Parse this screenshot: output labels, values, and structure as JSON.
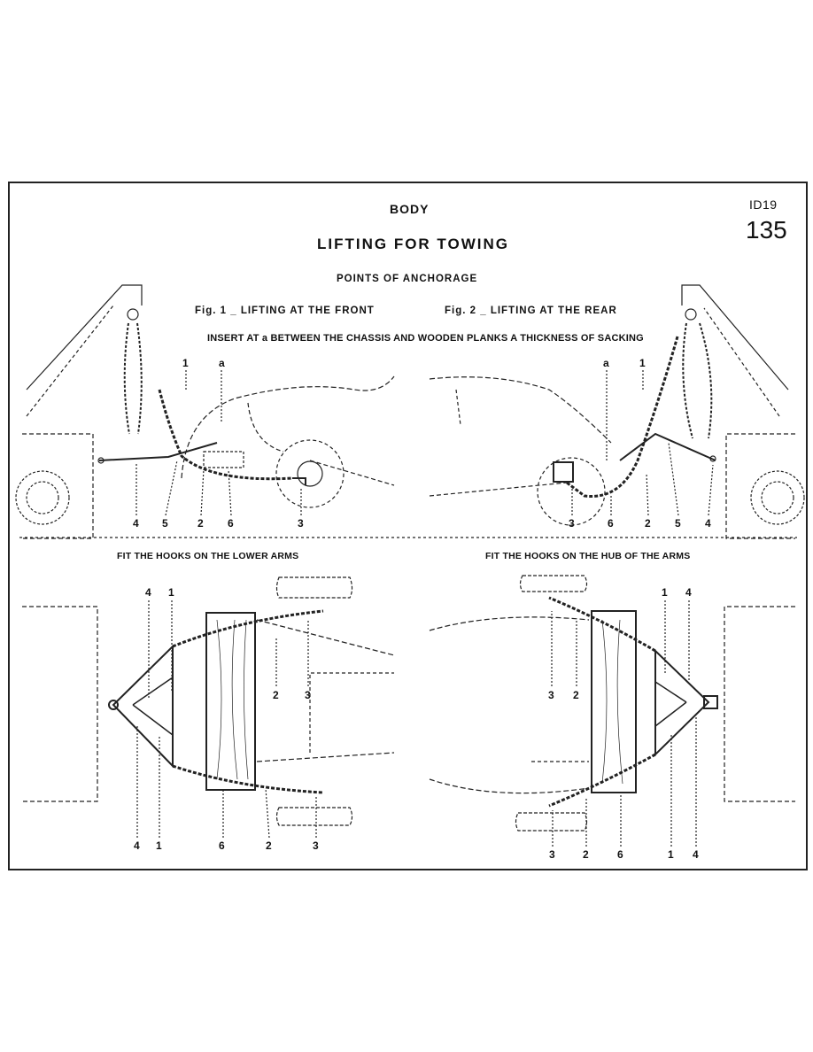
{
  "header": {
    "section": "BODY",
    "ref": "ID19",
    "page": "135",
    "title": "LIFTING FOR TOWING",
    "subtitle": "POINTS OF ANCHORAGE"
  },
  "figures": {
    "fig1": "Fig. 1 _ LIFTING AT THE FRONT",
    "fig2": "Fig. 2 _ LIFTING AT THE REAR",
    "note": "INSERT AT a BETWEEN THE CHASSIS AND WOODEN PLANKS A THICKNESS OF SACKING"
  },
  "captions": {
    "lower_left": "FIT THE HOOKS ON THE LOWER ARMS",
    "lower_right": "FIT THE HOOKS ON THE HUB OF THE ARMS"
  },
  "callouts": {
    "fig1": [
      "1",
      "a",
      "4",
      "5",
      "2",
      "6",
      "3"
    ],
    "fig2": [
      "a",
      "1",
      "3",
      "6",
      "2",
      "5",
      "4"
    ],
    "plan_left": [
      "4",
      "1",
      "2",
      "3",
      "4",
      "1",
      "6",
      "2",
      "3"
    ],
    "plan_right": [
      "1",
      "4",
      "3",
      "2",
      "3",
      "2",
      "6",
      "1",
      "4"
    ]
  }
}
